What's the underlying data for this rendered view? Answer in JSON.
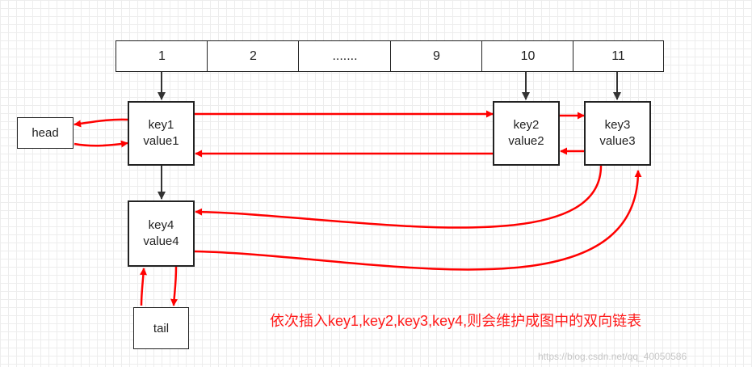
{
  "buckets": [
    "1",
    "2",
    ".......",
    "9",
    "10",
    "11"
  ],
  "nodes": {
    "key1": {
      "key": "key1",
      "value": "value1"
    },
    "key2": {
      "key": "key2",
      "value": "value2"
    },
    "key3": {
      "key": "key3",
      "value": "value3"
    },
    "key4": {
      "key": "key4",
      "value": "value4"
    }
  },
  "head_label": "head",
  "tail_label": "tail",
  "caption": "依次插入key1,key2,key3,key4,则会维护成图中的双向链表",
  "watermark": "https://blog.csdn.net/qq_40050586",
  "colors": {
    "link_arrow": "#ff0000",
    "bucket_arrow": "#333333",
    "caption": "#ff1a1a"
  }
}
